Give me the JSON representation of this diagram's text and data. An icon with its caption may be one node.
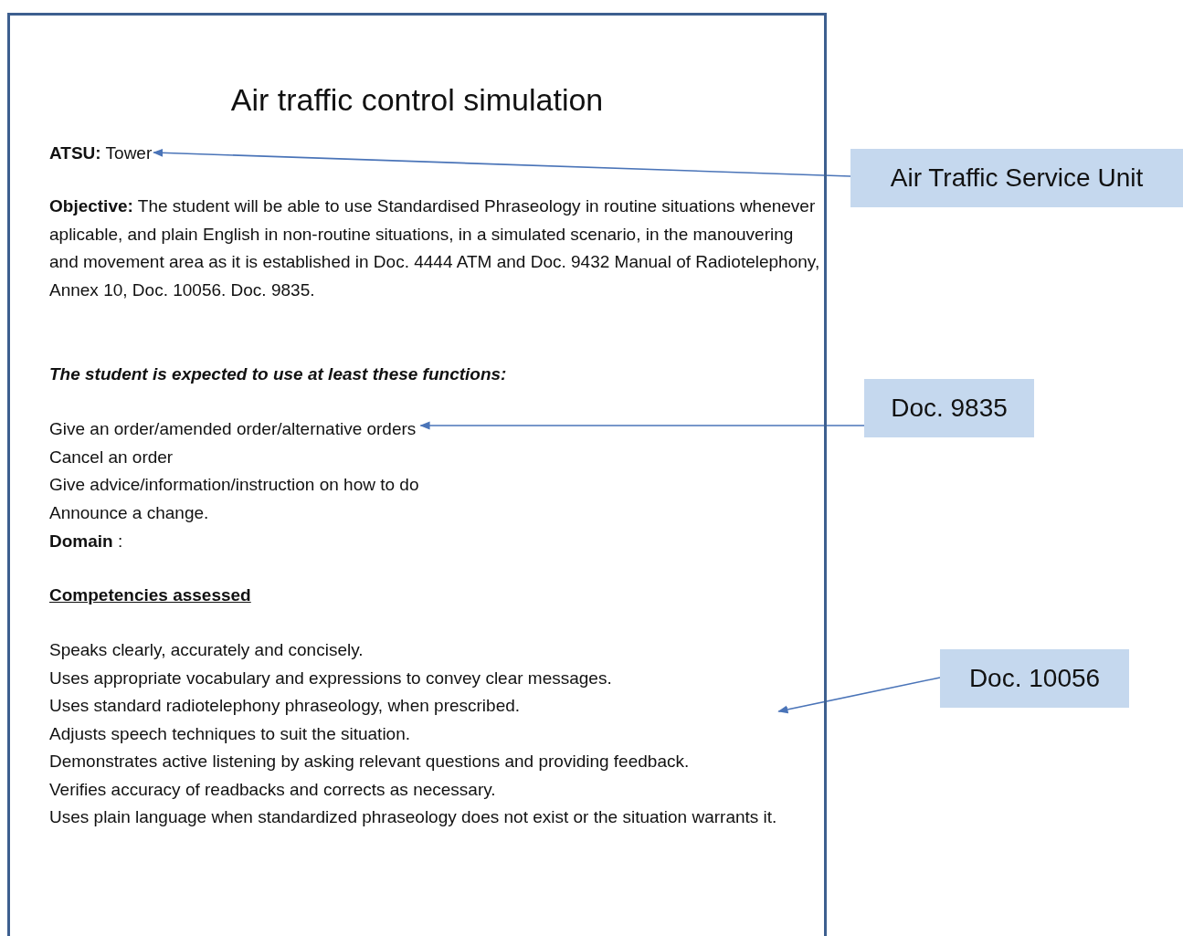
{
  "diagram": {
    "nodes": [
      {
        "text": [
          "Air traffic control simulation",
          "**Objective:** The student will be able to use Standardised Phraseology in routine situations whenever aplicable, and plain English in non-routine situations, in a simulated scenario, in the manouvering and movement area as it is established in Doc. 4444 ATM and Doc. 9432 Manual of Radiotelephony, Annex 10, Doc. 10056. Doc. 9835.",
          "The student is expected to use at least these functions:",
          "**Domain** :",
          "Competencies assessed"
        ]
      },
      {
        "text": [
          "**ATSU:** Tower"
        ],
        "in": 0
      },
      {
        "text": [
          "Give an order/amended order/alternative orders",
          "Cancel an order",
          "Give advice/information/instruction on how to do",
          "Announce a change."
        ],
        "in": 0
      },
      {
        "text": [
          "Speaks clearly, accurately and concisely.",
          "Uses appropriate vocabulary and expressions to convey clear messages.",
          "Uses standard radiotelephony phraseology, when prescribed.",
          "Adjusts speech techniques to suit the situation.",
          "Demonstrates active listening by asking relevant questions and providing feedback.",
          "Verifies accuracy of readbacks and corrects as necessary.",
          "Uses plain language when standardized phraseology does not exist or the situation warrants it."
        ],
        "in": 0
      },
      {
        "text": [
          "Air Traffic Service Unit"
        ]
      },
      {
        "text": [
          "Doc. 9835"
        ]
      },
      {
        "text": [
          "Doc. 10056"
        ]
      }
    ],
    "edges": [
      {
        "from": 4,
        "to": 1,
        "arrow": "to"
      },
      {
        "from": 5,
        "to": 2,
        "arrow": "to"
      },
      {
        "from": 6,
        "to": 3,
        "arrow": "to"
      }
    ]
  }
}
